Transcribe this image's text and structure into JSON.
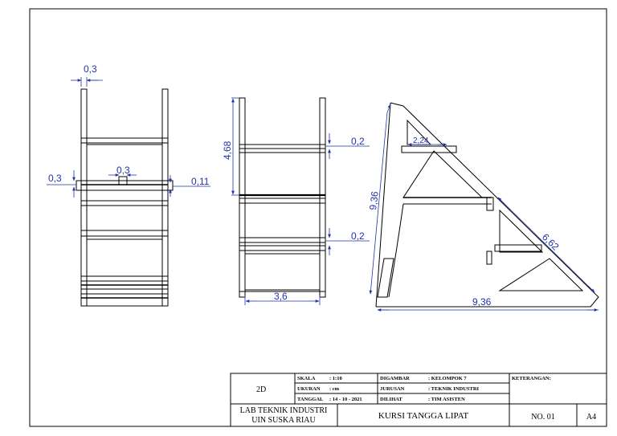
{
  "dimensions": {
    "front_top_gap": "0,3",
    "front_left_side": "0,3",
    "front_center": "0,3",
    "front_right": "0,11",
    "side_height": "4,68",
    "side_step_top": "0,2",
    "side_step_bottom": "0,2",
    "side_width": "3,6",
    "diag_small": "2,24",
    "diag_left": "9,36",
    "diag_right": "6,62",
    "diag_base": "9,36"
  },
  "title_block": {
    "view": "2D",
    "skala_label": "SKALA",
    "skala_value": ": 1:10",
    "ukuran_label": "UKURAN",
    "ukuran_value": ": cm",
    "tanggal_label": "TANGGAL",
    "tanggal_value": ": 14 - 10 - 2021",
    "digambar_label": "DIGAMBAR",
    "digambar_value": ": KELOMPOK 7",
    "jurusan_label": "JURUSAN",
    "jurusan_value": ": TEKNIK INDUSTRI",
    "dilihat_label": "DILIHAT",
    "dilihat_value": ": TIM ASISTEN",
    "keterangan_label": "KETERANGAN:",
    "lab_line1": "LAB TEKNIK INDUSTRI",
    "lab_line2": "UIN SUSKA RIAU",
    "drawing_title": "KURSI TANGGA LIPAT",
    "number": "NO. 01",
    "paper_size": "A4"
  }
}
